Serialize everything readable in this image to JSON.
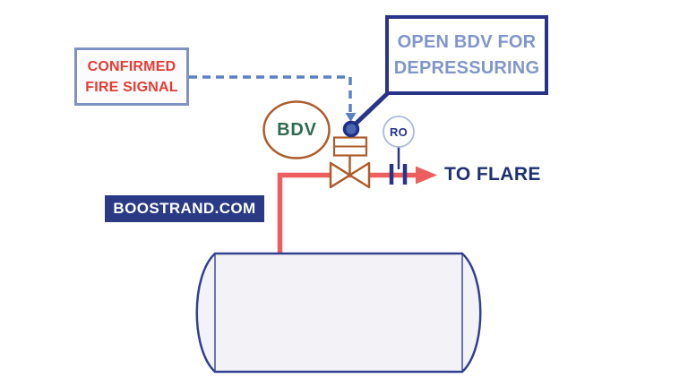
{
  "fire_signal_box": {
    "line1": "CONFIRMED",
    "line2": "FIRE SIGNAL"
  },
  "callout": {
    "line1": "OPEN BDV FOR",
    "line2": "DEPRESSURING"
  },
  "instruments": {
    "bdv_label": "BDV",
    "ro_label": "RO"
  },
  "pipe": {
    "destination_label": "TO FLARE"
  },
  "watermark": {
    "text": "BOOSTRAND.COM"
  },
  "colors": {
    "navy": "#28348a",
    "vessel_stroke": "#32408f",
    "vessel_fill": "#f3f3f7",
    "steel_blue_signal": "#5c80c4",
    "pipe_salmon": "#ed5f5f",
    "valve_brown": "#ad5c2b",
    "fire_text_red": "#e63b31",
    "bdv_green": "#2f6b52",
    "callout_text_blue": "#8096cb",
    "flare_text_navy": "#1f3070",
    "watermark_bg": "#2b3a85",
    "dot_fill": "#4a67b0",
    "dot_ring": "#1d2f8a"
  }
}
